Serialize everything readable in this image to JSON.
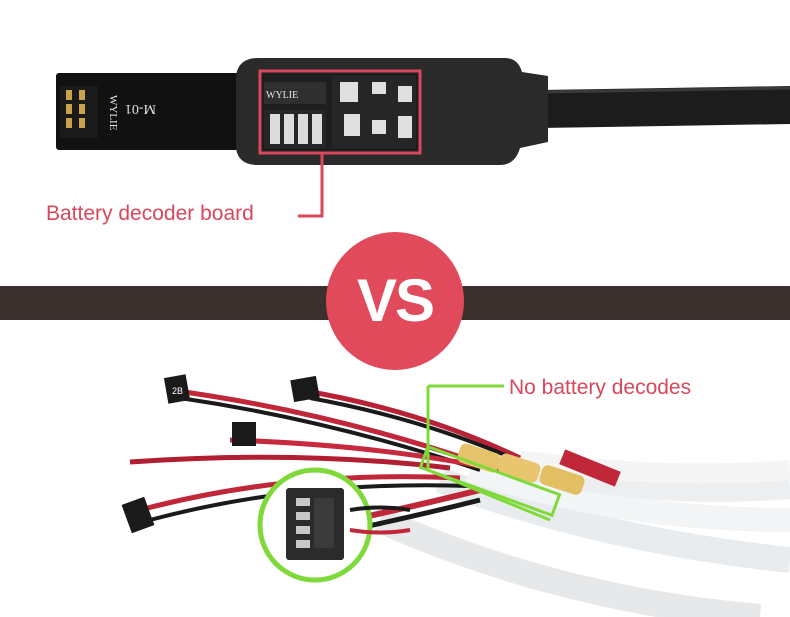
{
  "top_panel": {
    "label": "Battery decoder board",
    "brand_text": "WYLIE",
    "model_text": "M-01",
    "chip_text": "WYLIE"
  },
  "divider": {
    "badge_text": "VS"
  },
  "bottom_panel": {
    "label": "No battery decodes",
    "connector_tag": "2B"
  },
  "colors": {
    "accent_red": "#d8475c",
    "highlight_green": "#7fd93a",
    "divider_bar": "#3b302d",
    "cable_black": "#1c1c1c"
  }
}
